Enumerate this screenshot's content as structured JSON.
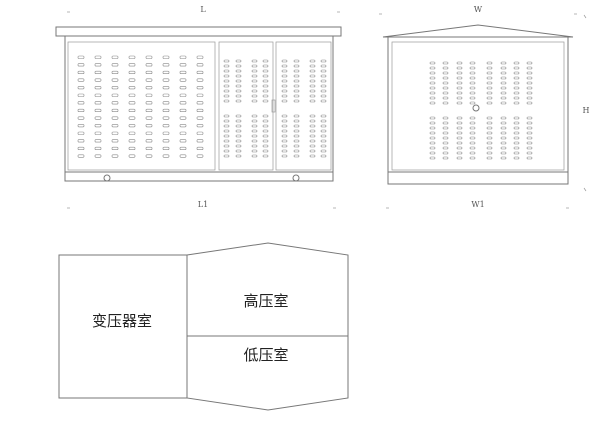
{
  "front_view": {
    "dim_top": "L",
    "dim_bottom": "L1"
  },
  "side_view": {
    "dim_top": "W",
    "dim_bottom": "W1",
    "dim_right": "H"
  },
  "plan_view": {
    "transformer_room": "变压器室",
    "high_voltage_room": "高压室",
    "low_voltage_room": "低压室"
  }
}
